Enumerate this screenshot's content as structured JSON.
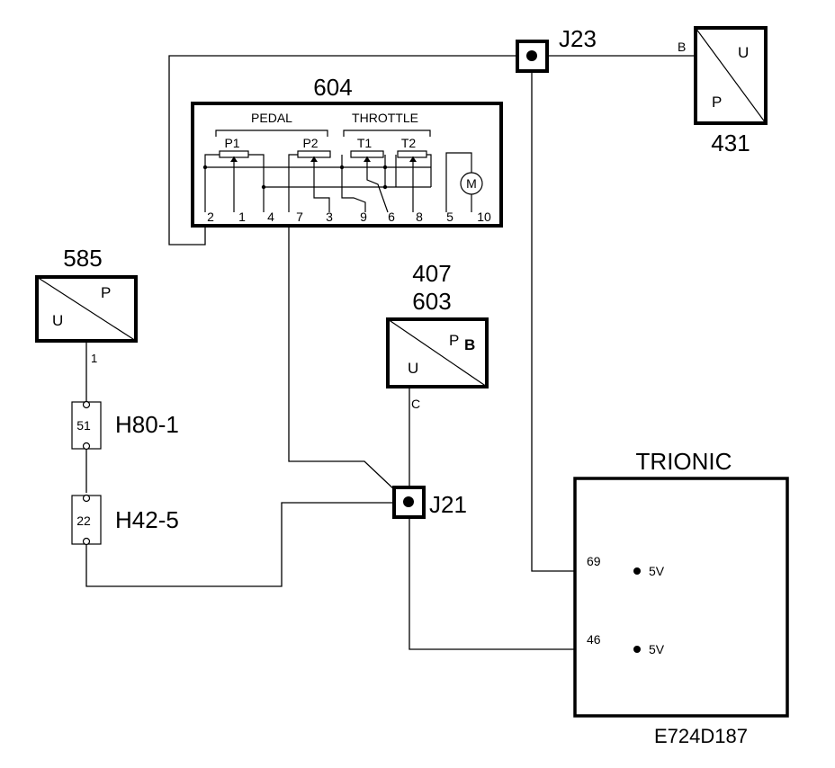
{
  "diagram": {
    "drawing_code": "E724D187",
    "components": {
      "c604": {
        "id": "604",
        "group_pedal": "PEDAL",
        "group_throttle": "THROTTLE",
        "pots": [
          "P1",
          "P2",
          "T1",
          "T2"
        ],
        "motor": "M",
        "pins": [
          "2",
          "1",
          "4",
          "7",
          "3",
          "9",
          "6",
          "8",
          "5",
          "10"
        ]
      },
      "c431": {
        "id": "431",
        "u": "U",
        "p": "P",
        "pin": "B"
      },
      "c585": {
        "id": "585",
        "u": "U",
        "p": "P",
        "pin": "1"
      },
      "c407": {
        "id_top": "407",
        "id_bottom": "603",
        "u": "U",
        "p": "P",
        "extra": "B",
        "pin": "C"
      },
      "trionic": {
        "title": "TRIONIC",
        "pins": [
          {
            "number": "69",
            "signal": "5V"
          },
          {
            "number": "46",
            "signal": "5V"
          }
        ]
      }
    },
    "connectors": {
      "h80": {
        "id": "H80-1",
        "pin": "51"
      },
      "h42": {
        "id": "H42-5",
        "pin": "22"
      }
    },
    "junctions": {
      "j23": "J23",
      "j21": "J21"
    }
  }
}
